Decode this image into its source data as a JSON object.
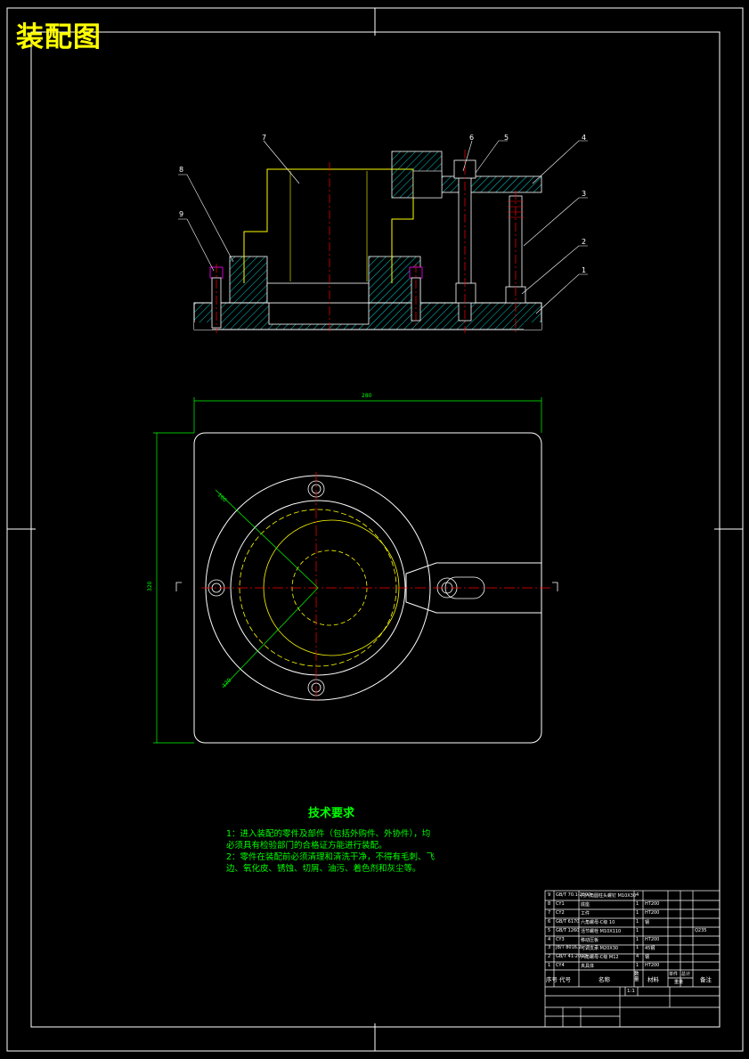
{
  "drawing": {
    "title": "装配图",
    "colors": {
      "background": "#000000",
      "outline": "#ffffff",
      "section_hatch": "#00ffff",
      "part_outline": "#ffff00",
      "centerline": "#ff0000",
      "dimension": "#00ff00",
      "fastener": "#ff00ff"
    }
  },
  "balloons": [
    "7",
    "8",
    "9",
    "6",
    "5",
    "4",
    "3",
    "2",
    "1"
  ],
  "dimensions": {
    "width": "280",
    "height": "320",
    "diameter_1": "160",
    "diameter_2": "120"
  },
  "tech_requirements": {
    "title": "技术要求",
    "lines": [
      "1：进入装配的零件及部件（包括外购件、外协件），均",
      "必须具有检验部门的合格证方能进行装配。",
      "2：零件在装配前必须清理和清洗干净，不得有毛刺、飞",
      "边、氧化皮、锈蚀、切屑、油污、着色剂和灰尘等。"
    ]
  },
  "bom": {
    "rows": [
      {
        "no": "9",
        "code": "GB/T 70.1-2000",
        "name": "内六角圆柱头螺钉 M10X30",
        "qty": "4",
        "material": "",
        "note": ""
      },
      {
        "no": "8",
        "code": "CY1",
        "name": "底座",
        "qty": "1",
        "material": "HT200",
        "note": ""
      },
      {
        "no": "7",
        "code": "CY2",
        "name": "工件",
        "qty": "1",
        "material": "HT200",
        "note": ""
      },
      {
        "no": "6",
        "code": "GB/T 6170",
        "name": "六角螺母-C级 10",
        "qty": "1",
        "material": "钢",
        "note": ""
      },
      {
        "no": "5",
        "code": "GB/T 1260",
        "name": "活节螺栓 M10X110",
        "qty": "1",
        "material": "",
        "note": "Q235"
      },
      {
        "no": "4",
        "code": "CY3",
        "name": "移动压板",
        "qty": "1",
        "material": "HT200",
        "note": ""
      },
      {
        "no": "3",
        "code": "JB/T 8016.2",
        "name": "可调支承 M20X30",
        "qty": "1",
        "material": "45钢",
        "note": ""
      },
      {
        "no": "2",
        "code": "GB/T 41-2000",
        "name": "六角螺母-C级 M12",
        "qty": "4",
        "material": "钢",
        "note": ""
      },
      {
        "no": "1",
        "code": "CY4",
        "name": "夹具体",
        "qty": "1",
        "material": "HT200",
        "note": ""
      }
    ],
    "header": {
      "no": "序号",
      "code": "代号",
      "name": "名称",
      "qty": "数量",
      "material": "材料",
      "unit_weight": "单件",
      "total_weight": "总计",
      "weight": "重量",
      "note": "备注"
    },
    "scale": "1:1"
  }
}
